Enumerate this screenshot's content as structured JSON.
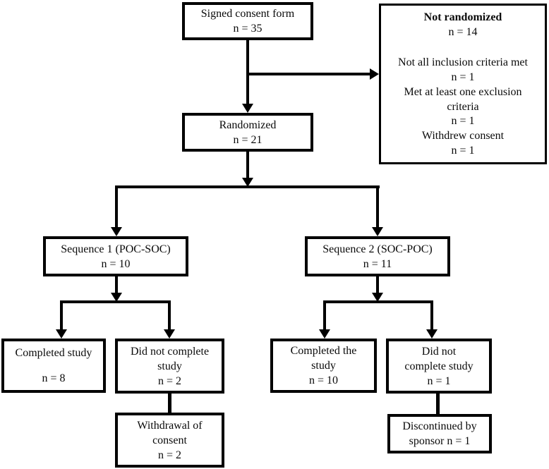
{
  "diagram": {
    "type": "consort-flow-diagram",
    "background_color": "#ffffff",
    "line_color": "#000000",
    "boxes": {
      "signed_consent": {
        "lines": [
          "Signed consent form",
          "n = 35"
        ]
      },
      "not_randomized": {
        "title": "Not randomized",
        "n": "n = 14",
        "reasons": [
          {
            "label": "Not all inclusion criteria met",
            "n": "n = 1"
          },
          {
            "label": "Met at least one exclusion criteria",
            "n": "n = 1"
          },
          {
            "label": "Withdrew consent",
            "n": "n = 1"
          }
        ]
      },
      "randomized": {
        "lines": [
          "Randomized",
          "n = 21"
        ]
      },
      "sequence_1": {
        "lines": [
          "Sequence 1 (POC-SOC)",
          "n = 10"
        ]
      },
      "sequence_2": {
        "lines": [
          "Sequence 2 (SOC-POC)",
          "n = 11"
        ]
      },
      "completed_study_seq1": {
        "lines": [
          "Completed study",
          "n = 8"
        ]
      },
      "did_not_complete_seq1": {
        "lines": [
          "Did not complete",
          "study",
          "n = 2"
        ]
      },
      "withdrawal_of_consent": {
        "lines": [
          "Withdrawal of",
          "consent",
          "n = 2"
        ]
      },
      "completed_study_seq2": {
        "lines": [
          "Completed the",
          "study",
          "n = 10"
        ]
      },
      "did_not_complete_seq2": {
        "lines": [
          "Did not",
          "complete study",
          "n = 1"
        ]
      },
      "discontinued_by_sponsor": {
        "lines": [
          "Discontinued by",
          "sponsor n = 1"
        ]
      }
    }
  }
}
